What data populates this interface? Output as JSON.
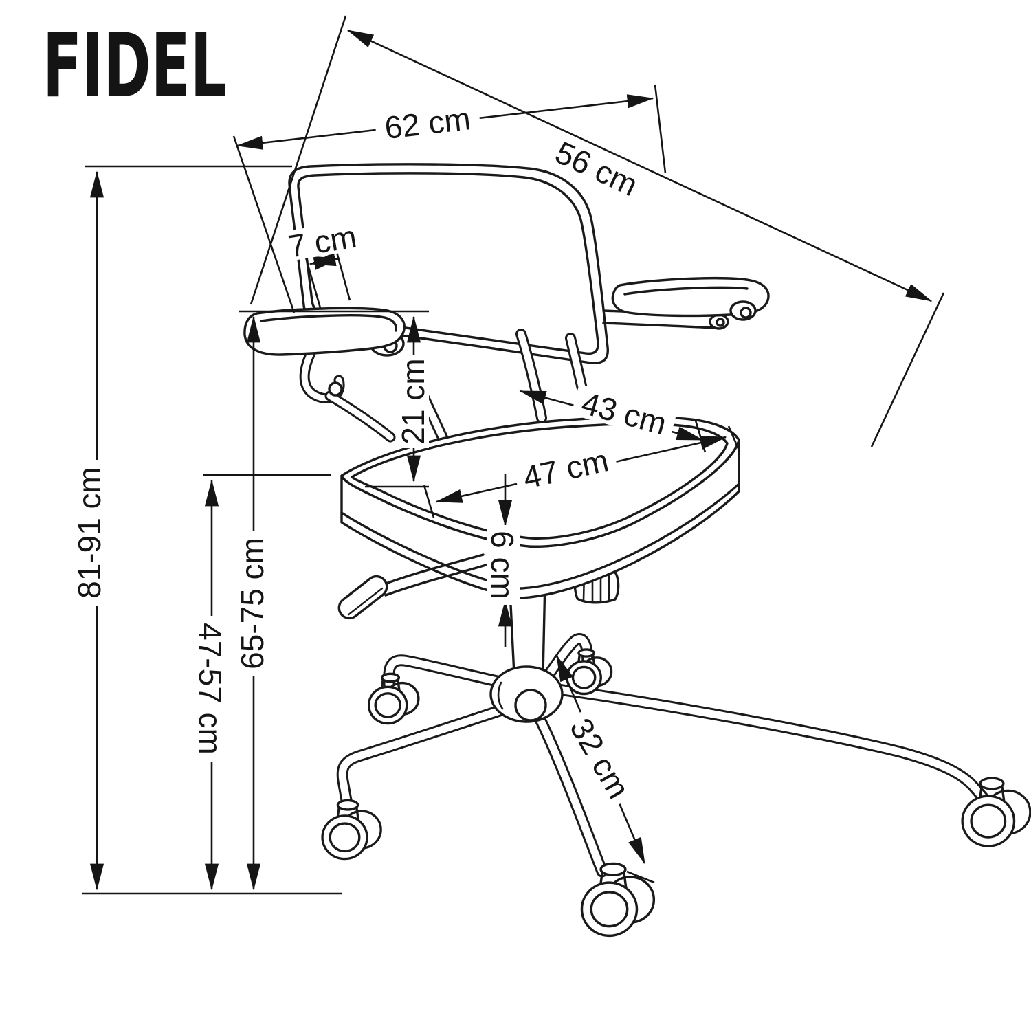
{
  "title": "FIDEL",
  "diagram": {
    "subject": "Office swivel chair with armrests and five-star caster base",
    "view": "three-quarter perspective technical line drawing",
    "unit": "cm",
    "line_color": "#1a1a1a",
    "background_color": "#ffffff",
    "text_color": "#151515"
  },
  "dimensions": {
    "backrest_width": "62 cm",
    "overall_depth": "56 cm",
    "armrest_pad_inset": "7 cm",
    "armrest_to_seat_height": "21 cm",
    "seat_depth": "43 cm",
    "seat_width": "47 cm",
    "seat_cushion_thickness": "6 cm",
    "overall_height_range": "81-91 cm",
    "floor_to_armrest_range": "65-75 cm",
    "floor_to_seat_range": "47-57 cm",
    "base_leg_reach": "32 cm"
  }
}
